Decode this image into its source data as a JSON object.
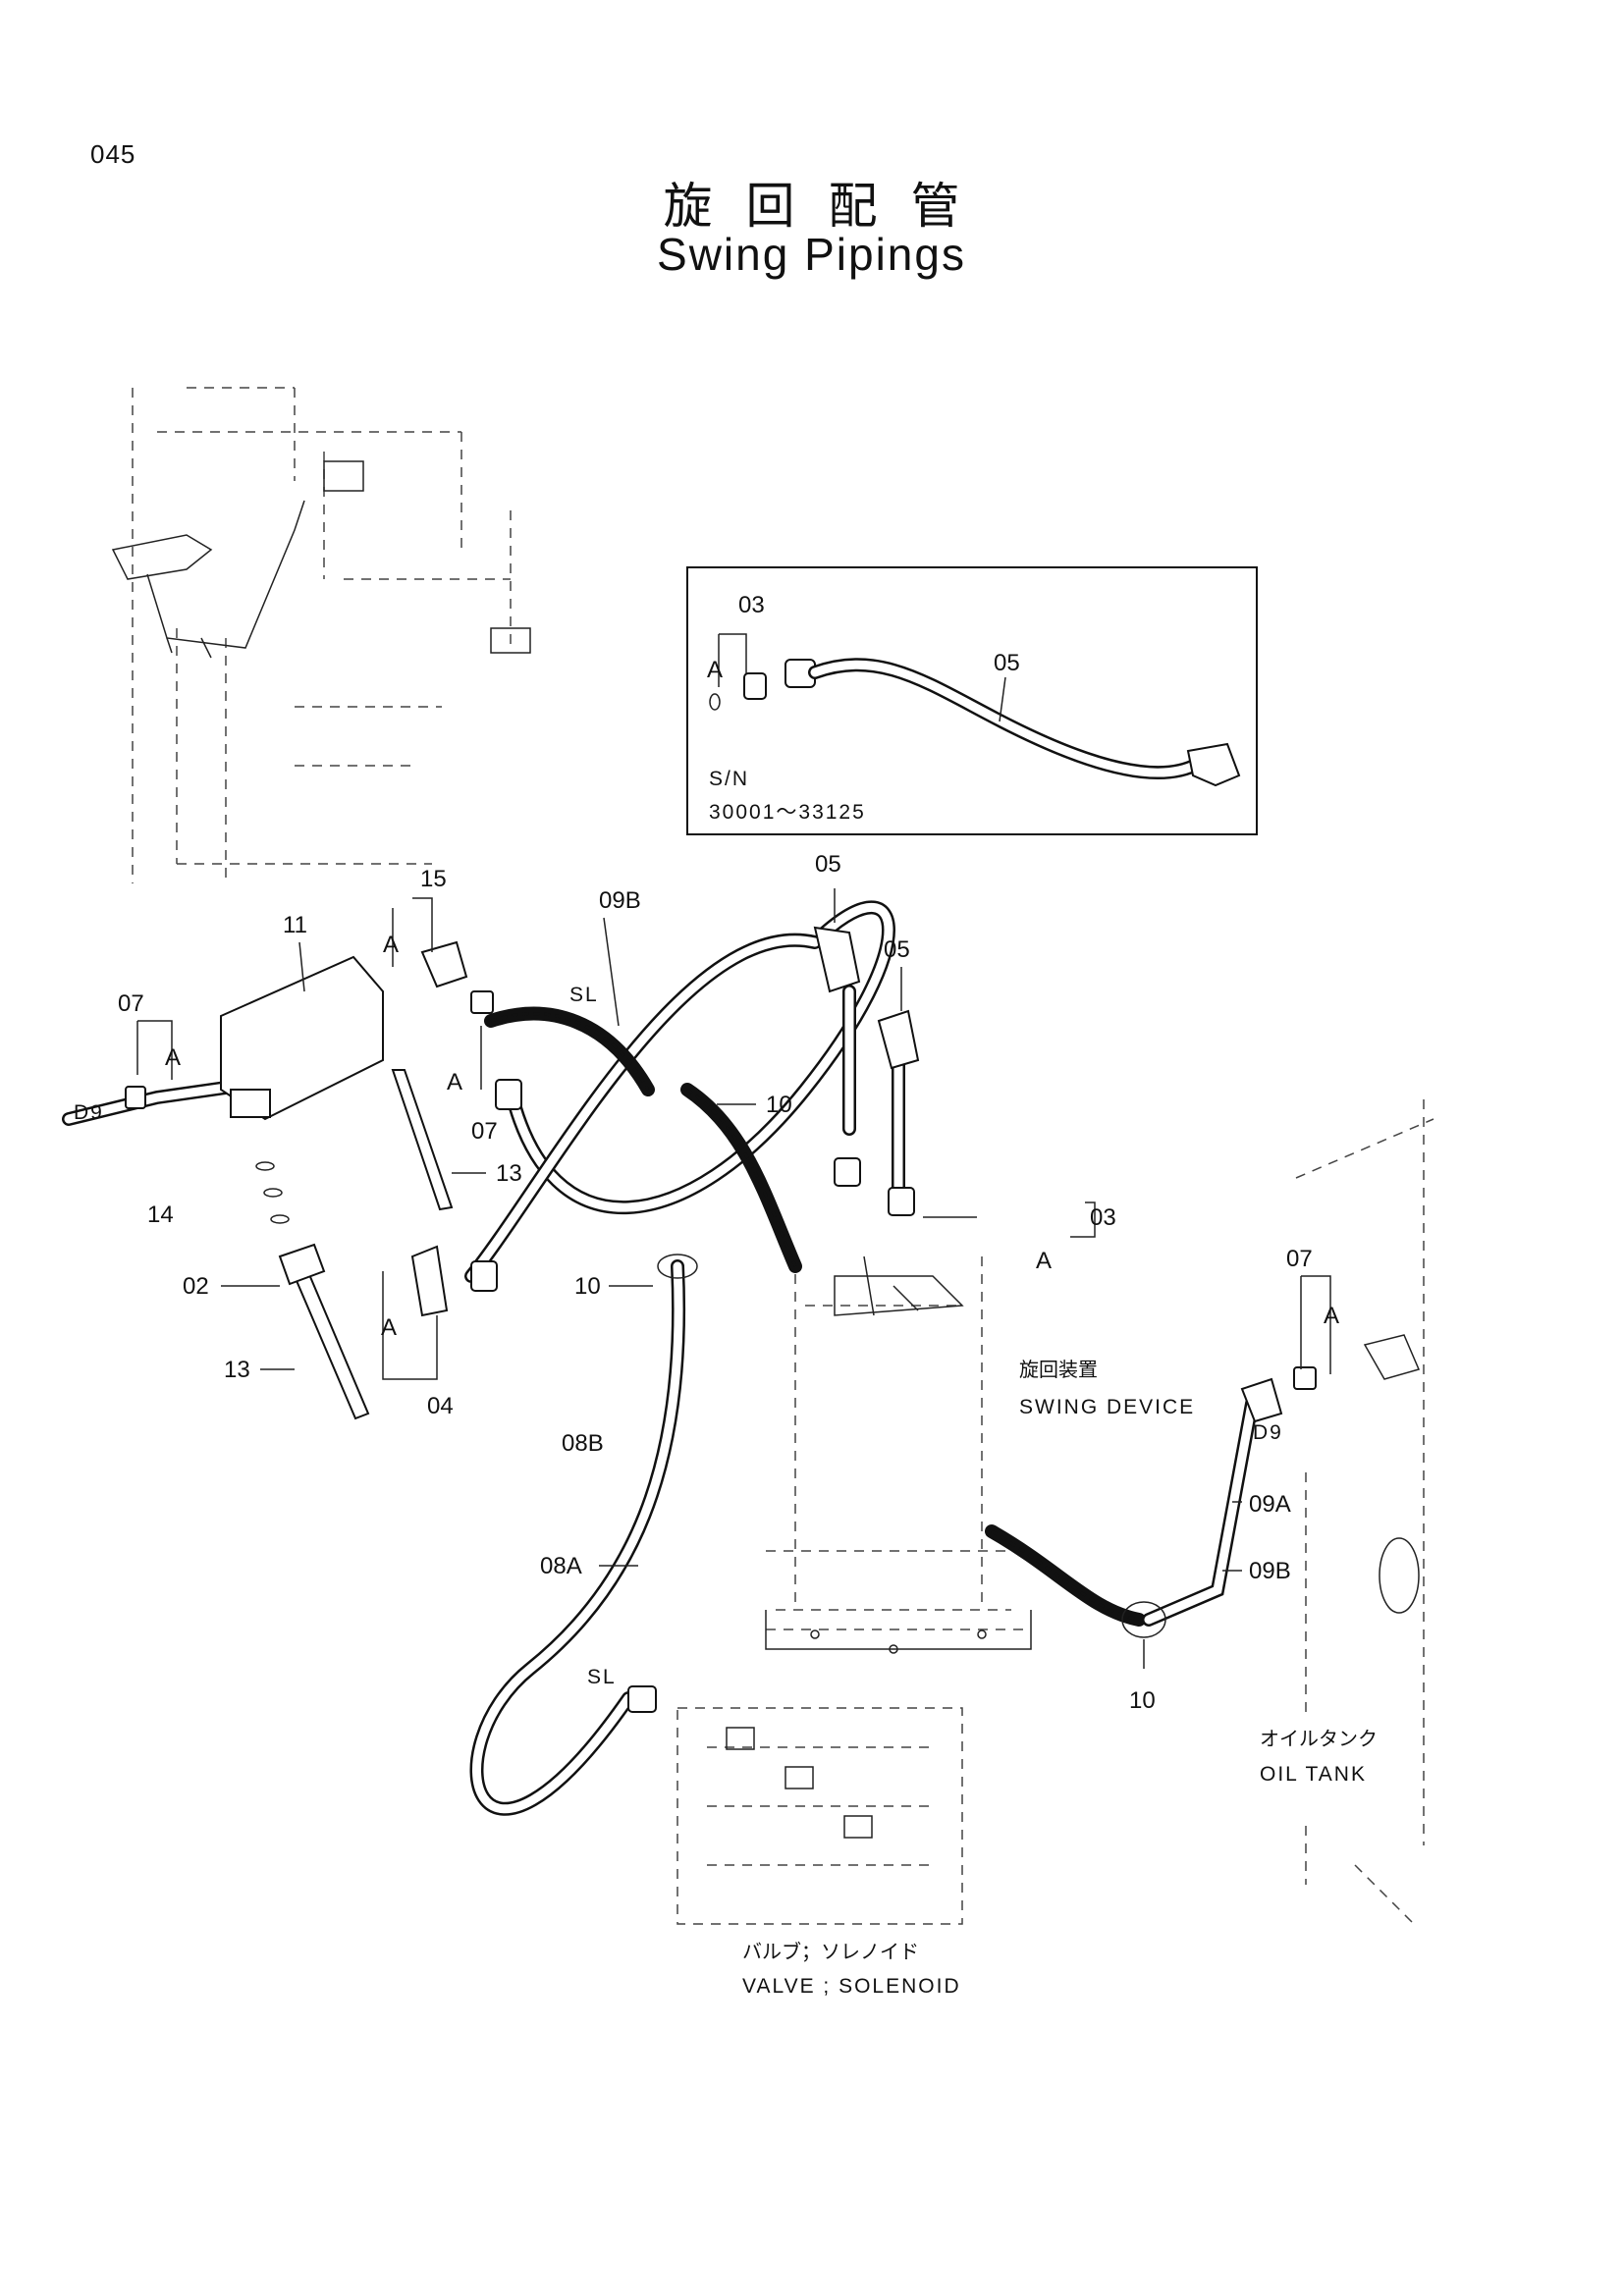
{
  "page": {
    "number": "045",
    "title_ja": "旋回配管",
    "title_en": "Swing Pipings"
  },
  "inset": {
    "labels": {
      "fitting": "03",
      "marker": "A",
      "hose": "05"
    },
    "serial_label": "S/N",
    "serial_range": "30001～33125"
  },
  "callouts": {
    "c15": "15",
    "c11": "11",
    "c07_left": "07",
    "c07_mid": "07",
    "c07_right": "07",
    "a1": "A",
    "a2": "A",
    "a3": "A",
    "a4": "A",
    "a5": "A",
    "a6": "A",
    "c09b_top": "09B",
    "c05_top": "05",
    "c05_mid": "05",
    "c10_mid": "10",
    "c13_upper": "13",
    "c14": "14",
    "c02": "02",
    "c13_lower": "13",
    "c04": "04",
    "c10_left": "10",
    "c03": "03",
    "c08b": "08B",
    "c08a": "08A",
    "c09a": "09A",
    "c09b_right": "09B",
    "c10_bottom": "10",
    "d9_left": "D9",
    "d9_right": "D9",
    "sl_top": "SL",
    "sl_bottom": "SL"
  },
  "components": {
    "swing_device_ja": "旋回装置",
    "swing_device_en": "SWING DEVICE",
    "oil_tank_ja": "オイルタンク",
    "oil_tank_en": "OIL TANK",
    "valve_ja": "バルブ；ソレノイド",
    "valve_en": "VALVE ; SOLENOID"
  }
}
